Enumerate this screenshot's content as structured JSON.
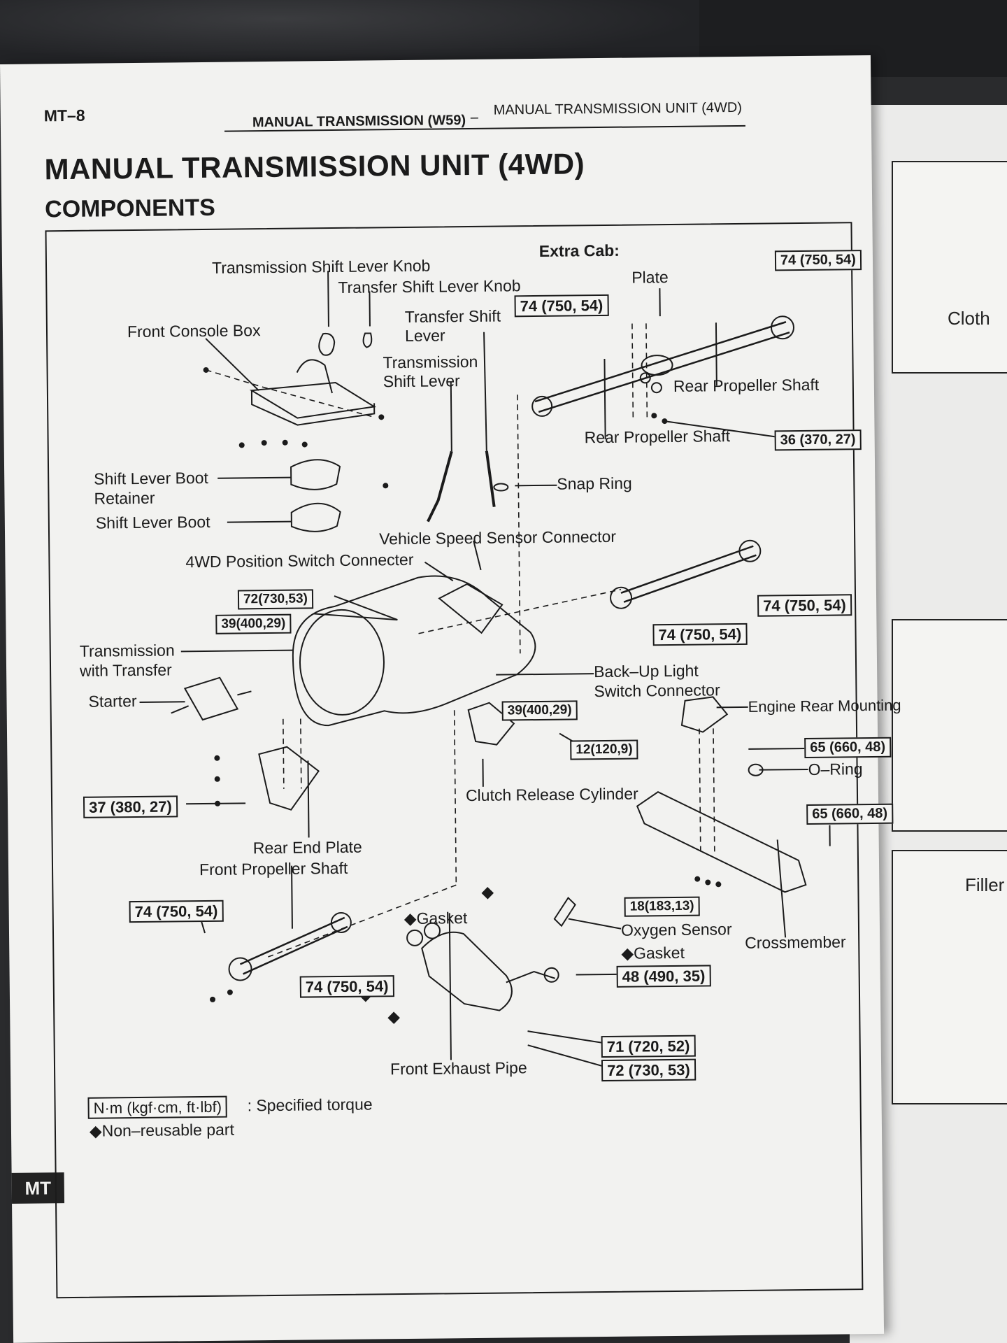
{
  "page": {
    "page_number": "MT–8",
    "header_section": "MANUAL TRANSMISSION (W59)",
    "header_separator": "–",
    "header_subsection": "MANUAL TRANSMISSION UNIT (4WD)",
    "title": "MANUAL TRANSMISSION UNIT (4WD)",
    "subtitle": "COMPONENTS",
    "side_tab": "MT"
  },
  "labels": {
    "extra_cab": "Extra Cab:",
    "trans_knob": "Transmission Shift Lever Knob",
    "transfer_knob": "Transfer Shift Lever Knob",
    "plate": "Plate",
    "front_console": "Front Console Box",
    "transfer_lever_1": "Transfer Shift",
    "transfer_lever_2": "Lever",
    "trans_lever_1": "Transmission",
    "trans_lever_2": "Shift Lever",
    "rear_prop_upper": "Rear Propeller Shaft",
    "rear_prop_lower": "Rear Propeller Shaft",
    "boot_retainer_1": "Shift Lever Boot",
    "boot_retainer_2": "Retainer",
    "boot": "Shift Lever Boot",
    "snap_ring": "Snap Ring",
    "speed_sensor": "Vehicle Speed Sensor Connector",
    "pos_switch": "4WD Position Switch Connecter",
    "transmission_1": "Transmission",
    "transmission_2": "with Transfer",
    "starter": "Starter",
    "backup_1": "Back–Up Light",
    "backup_2": "Switch Connector",
    "engine_mount": "Engine Rear Mounting",
    "o_ring": "O–Ring",
    "clutch_cyl": "Clutch Release Cylinder",
    "rear_end_plate": "Rear End Plate",
    "front_prop": "Front Propeller Shaft",
    "gasket_upper": "◆Gasket",
    "gasket_lower": "◆Gasket",
    "oxygen_sensor": "Oxygen Sensor",
    "crossmember": "Crossmember",
    "front_exhaust": "Front Exhaust Pipe",
    "diamond": "◆",
    "legend_suffix": ": Specified torque",
    "non_reusable": "◆Non–reusable part"
  },
  "torques": {
    "t74_top_right": "74 (750, 54)",
    "t74_extra_cab": "74 (750, 54)",
    "t36": "36 (370, 27)",
    "t72_upper": "72(730,53)",
    "t39_upper": "39(400,29)",
    "t74_mid_right": "74 (750, 54)",
    "t74_mid": "74 (750, 54)",
    "t39_lower": "39(400,29)",
    "t12": "12(120,9)",
    "t65_upper": "65 (660, 48)",
    "t65_lower": "65 (660, 48)",
    "t37": "37 (380, 27)",
    "t18": "18(183,13)",
    "t74_front_left": "74 (750, 54)",
    "t74_front_bottom": "74 (750, 54)",
    "t48": "48 (490, 35)",
    "t71": "71 (720, 52)",
    "t72_lower": "72 (730, 53)",
    "legend_units": "N·m (kgf·cm, ft·lbf)"
  },
  "right_page": {
    "cloth": "Cloth",
    "filler": "Filler"
  }
}
